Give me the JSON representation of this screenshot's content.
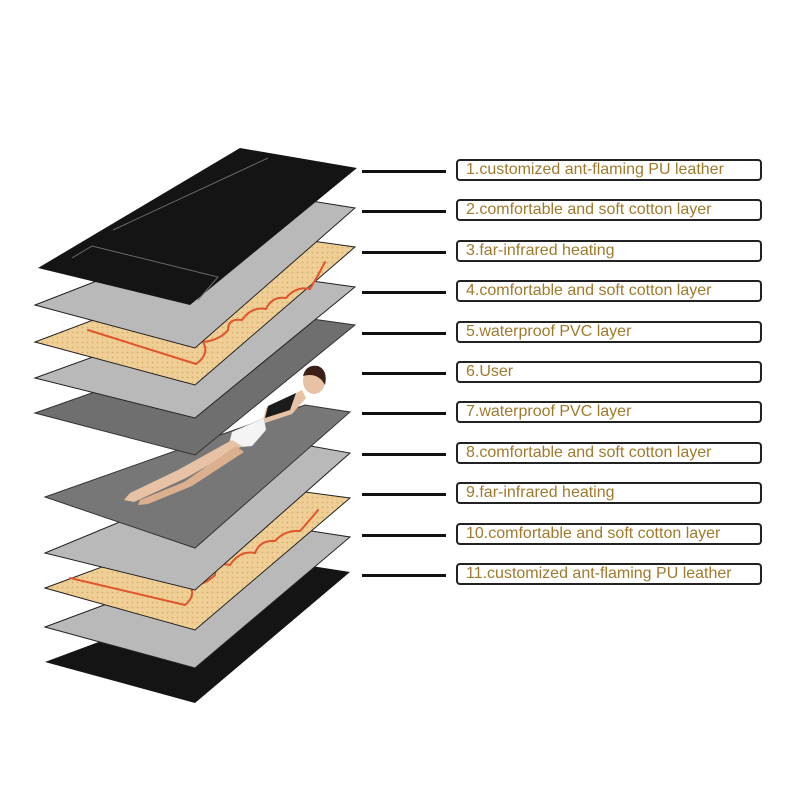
{
  "layers": [
    {
      "label": "1.customized ant-flaming PU leather",
      "material": "pu-leather-top"
    },
    {
      "label": "2.comfortable and soft cotton layer",
      "material": "cotton"
    },
    {
      "label": "3.far-infrared heating",
      "material": "heating"
    },
    {
      "label": "4.comfortable and soft cotton layer",
      "material": "cotton"
    },
    {
      "label": "5.waterproof PVC layer",
      "material": "pvc"
    },
    {
      "label": "6.User",
      "material": "user"
    },
    {
      "label": "7.waterproof PVC layer",
      "material": "pvc"
    },
    {
      "label": "8.comfortable and soft cotton layer",
      "material": "cotton"
    },
    {
      "label": "9.far-infrared heating",
      "material": "heating"
    },
    {
      "label": "10.comfortable and soft cotton layer",
      "material": "cotton"
    },
    {
      "label": "11.customized ant-flaming PU leather",
      "material": "pu-leather"
    }
  ],
  "colors": {
    "label_text": "#a07a2c",
    "pu_leather": "#141414",
    "cotton": "#b9b9b9",
    "pvc_top": "#6f6f6f",
    "pvc_bottom": "#777777",
    "heating": "#efcf95",
    "heating_wire": "#e0552c",
    "outline": "#1a1a1a"
  }
}
